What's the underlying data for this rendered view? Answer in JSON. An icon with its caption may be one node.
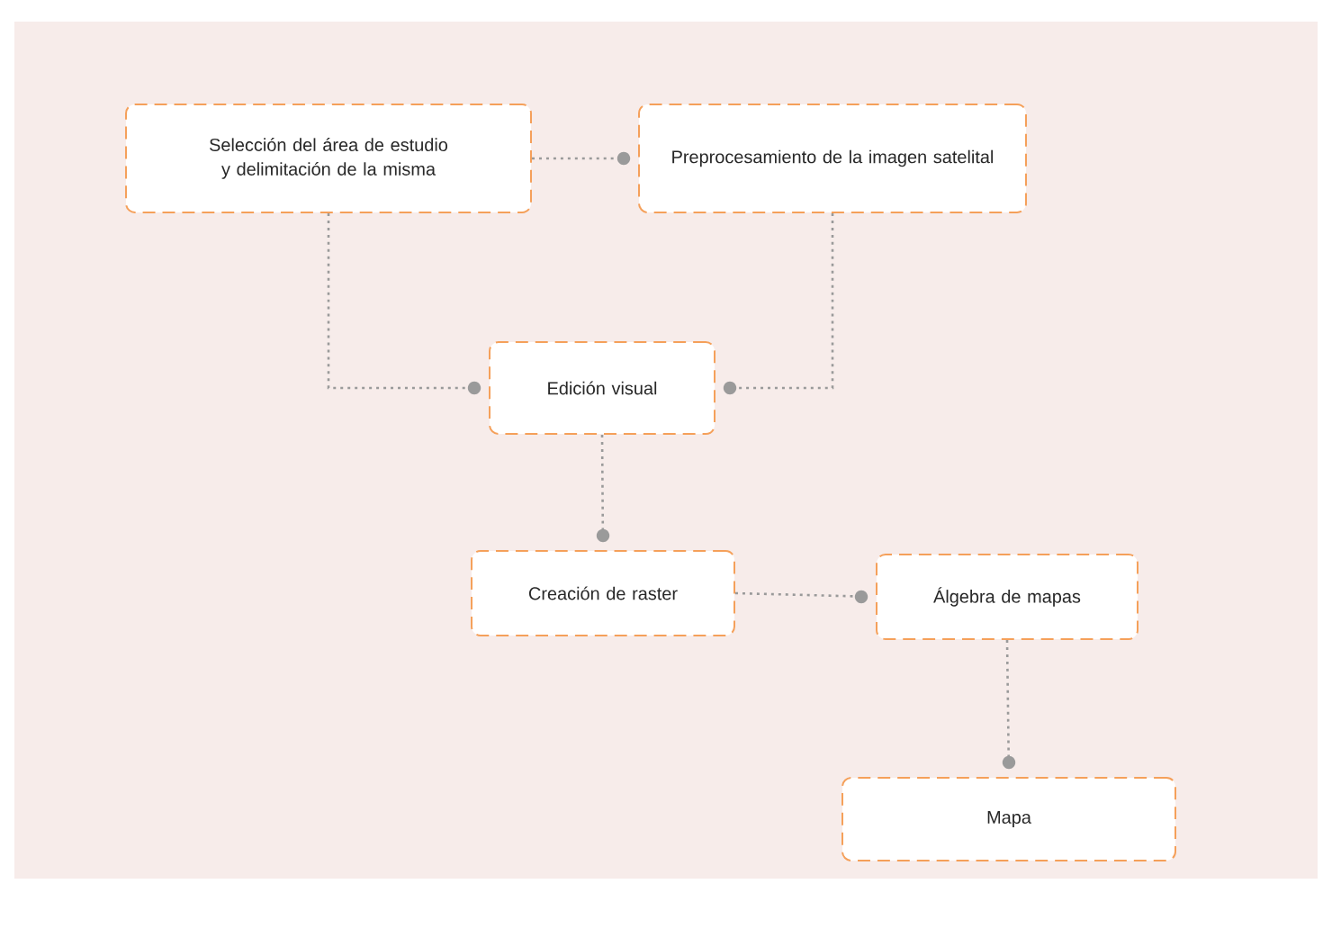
{
  "diagram": {
    "nodes": [
      {
        "text": [
          "Selección del área de estudio y delimitación de la misma"
        ]
      },
      {
        "text": [
          "Preprocesamiento de la imagen satelital"
        ]
      },
      {
        "text": [
          "Edición visual"
        ]
      },
      {
        "text": [
          "Creación de raster"
        ]
      },
      {
        "text": [
          "Álgebra de mapas"
        ]
      },
      {
        "text": [
          "Mapa"
        ]
      }
    ],
    "edges": [
      {
        "from": 0,
        "to": 1,
        "arrow": "other"
      },
      {
        "from": 0,
        "to": 2,
        "arrow": "other"
      },
      {
        "from": 1,
        "to": 2,
        "arrow": "other"
      },
      {
        "from": 2,
        "to": 3,
        "arrow": "other"
      },
      {
        "from": 3,
        "to": 4,
        "arrow": "other"
      },
      {
        "from": 4,
        "to": 5,
        "arrow": "other"
      }
    ]
  }
}
